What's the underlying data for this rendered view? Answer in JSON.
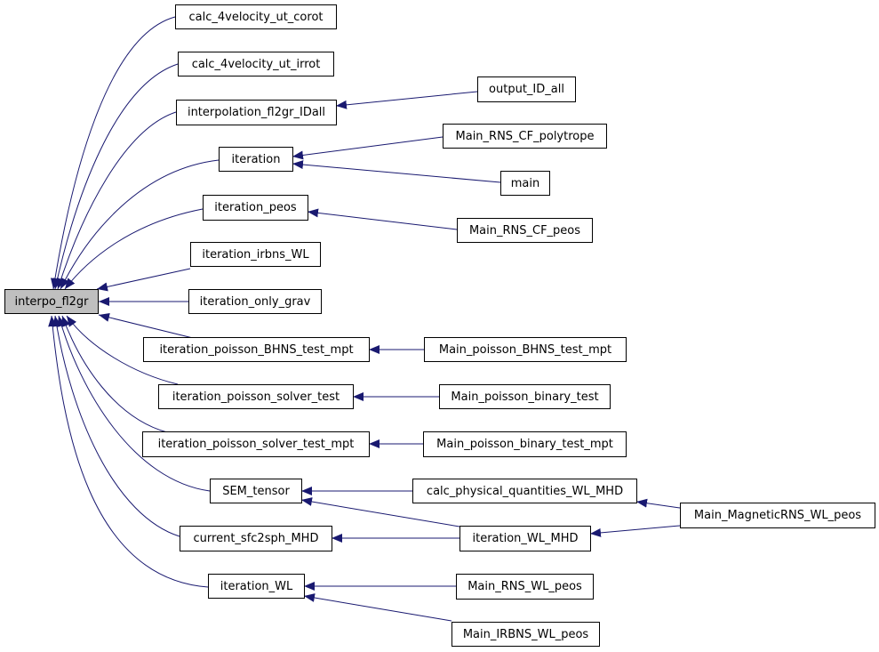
{
  "colors": {
    "edge": "#191970",
    "root_fill": "#bfbfbf",
    "node_fill": "#ffffff",
    "border": "#000000"
  },
  "nodes": {
    "root": "interpo_fl2gr",
    "calc_corot": "calc_4velocity_ut_corot",
    "calc_irrot": "calc_4velocity_ut_irrot",
    "interp_idall": "interpolation_fl2gr_IDall",
    "output_id_all": "output_ID_all",
    "iteration": "iteration",
    "main_rns_cf_polytrope": "Main_RNS_CF_polytrope",
    "main": "main",
    "iteration_peos": "iteration_peos",
    "main_rns_cf_peos": "Main_RNS_CF_peos",
    "iteration_irbns_wl": "iteration_irbns_WL",
    "iteration_only_grav": "iteration_only_grav",
    "iter_bhns_mpt": "iteration_poisson_BHNS_test_mpt",
    "main_bhns_mpt": "Main_poisson_BHNS_test_mpt",
    "iter_solver_test": "iteration_poisson_solver_test",
    "main_binary_test": "Main_poisson_binary_test",
    "iter_solver_test_mpt": "iteration_poisson_solver_test_mpt",
    "main_binary_test_mpt": "Main_poisson_binary_test_mpt",
    "sem_tensor": "SEM_tensor",
    "calc_phys_wl_mhd": "calc_physical_quantities_WL_MHD",
    "main_magnetic_rns": "Main_MagneticRNS_WL_peos",
    "current_sfc2sph": "current_sfc2sph_MHD",
    "iteration_wl_mhd": "iteration_WL_MHD",
    "iteration_wl": "iteration_WL",
    "main_rns_wl_peos": "Main_RNS_WL_peos",
    "main_irbns_wl_peos": "Main_IRBNS_WL_peos"
  }
}
